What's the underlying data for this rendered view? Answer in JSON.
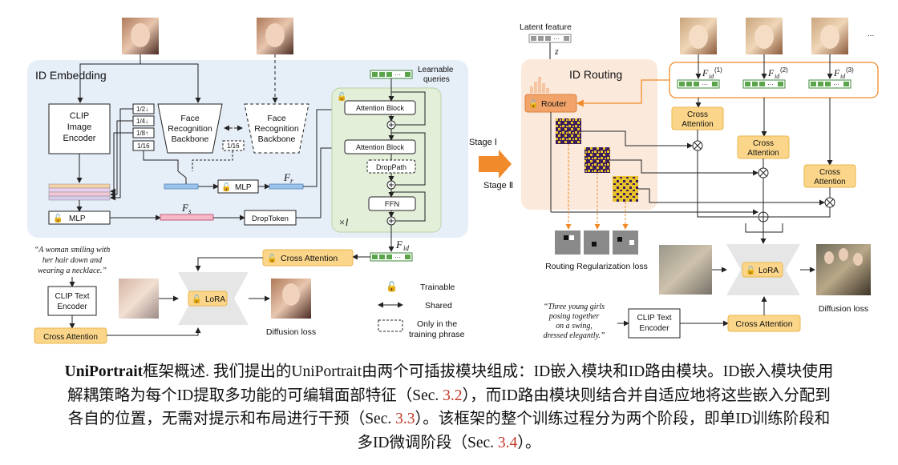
{
  "left_panel": {
    "title": "ID Embedding",
    "clip_encoder": [
      "CLIP",
      "Image",
      "Encoder"
    ],
    "face_backbone": [
      "Face",
      "Recognition",
      "Backbone"
    ],
    "face_backbone_shared": [
      "Face",
      "Recognition",
      "Backbone"
    ],
    "scales": [
      "1/2↓",
      "1/4↓",
      "1/8↑",
      "1/16"
    ],
    "scale_shared": "1/16",
    "mlp_small": "MLP",
    "mlp_wide": "MLP",
    "fr_label": "F",
    "fr_sub": "r",
    "fs_label": "F",
    "fs_sub": "s",
    "droptoken": "DropToken",
    "learnable": [
      "Learnable",
      "queries"
    ],
    "attention_block": "Attention Block",
    "attention_block2": "Attention Block",
    "droppath": "DropPath",
    "ffn": "FFN",
    "times_l": "×l",
    "fid_label": "F",
    "fid_sub": "id"
  },
  "left_bottom": {
    "prompt": [
      "“A woman smiling with",
      "her hair down and",
      "wearing a necklace.”"
    ],
    "clip_text": [
      "CLIP Text",
      "Encoder"
    ],
    "cross_attention": "Cross Attention",
    "cross_attention_top": "Cross Attention",
    "lora": "LoRA",
    "diffusion_loss": "Diffusion loss"
  },
  "legend": {
    "trainable": "Trainable",
    "shared": "Shared",
    "training_only": [
      "Only in the",
      "training phrase"
    ]
  },
  "stage": {
    "one": "Stage Ⅰ",
    "two": "Stage Ⅱ"
  },
  "right_panel": {
    "latent": "Latent feature",
    "z": "z",
    "title": "ID Routing",
    "router": "Router",
    "fid": "F",
    "fid_sub": "id",
    "fid_sup": [
      "(1)",
      "(2)",
      "(3)"
    ],
    "ellipsis": "...",
    "cross_attention": [
      "Cross",
      "Attention"
    ],
    "routing_loss": "Routing Regularization loss",
    "lora": "LoRA",
    "diffusion_loss": "Diffusion loss",
    "prompt": [
      "“Three young girls",
      "posing together",
      "on a swing,",
      "dressed elegantly.”"
    ],
    "clip_text": [
      "CLIP Text",
      "Encoder"
    ],
    "cross_attention_bottom": "Cross Attention"
  },
  "caption": {
    "name": "UniPortrait",
    "line1": "框架概述. 我们提出的UniPortrait由两个可插拔模块组成：ID嵌入模块和ID路由模块。ID嵌入模块使用",
    "line2a": "解耦策略为每个ID提取多功能的可编辑面部特征（Sec. ",
    "ref1": "3.2",
    "line2b": "），而ID路由模块则结合并自适应地将这些嵌入分配到",
    "line3a": "各自的位置，无需对提示和布局进行干预（Sec. ",
    "ref2": "3.3",
    "line3b": "）。该框架的整个训练过程分为两个阶段，即单ID训练阶段和",
    "line4a": "多ID微调阶段（Sec. ",
    "ref3": "3.4",
    "line4b": "）。"
  },
  "colors": {
    "panel_left": "#e6eef8",
    "panel_green": "#e3efd9",
    "panel_orange": "#fbe9dc",
    "router": "#f2a36a",
    "cross_attn": "#fbd68a",
    "token_green": "#5aa54a",
    "arrow_orange": "#f08a2a",
    "ref_red": "#c0392b"
  }
}
